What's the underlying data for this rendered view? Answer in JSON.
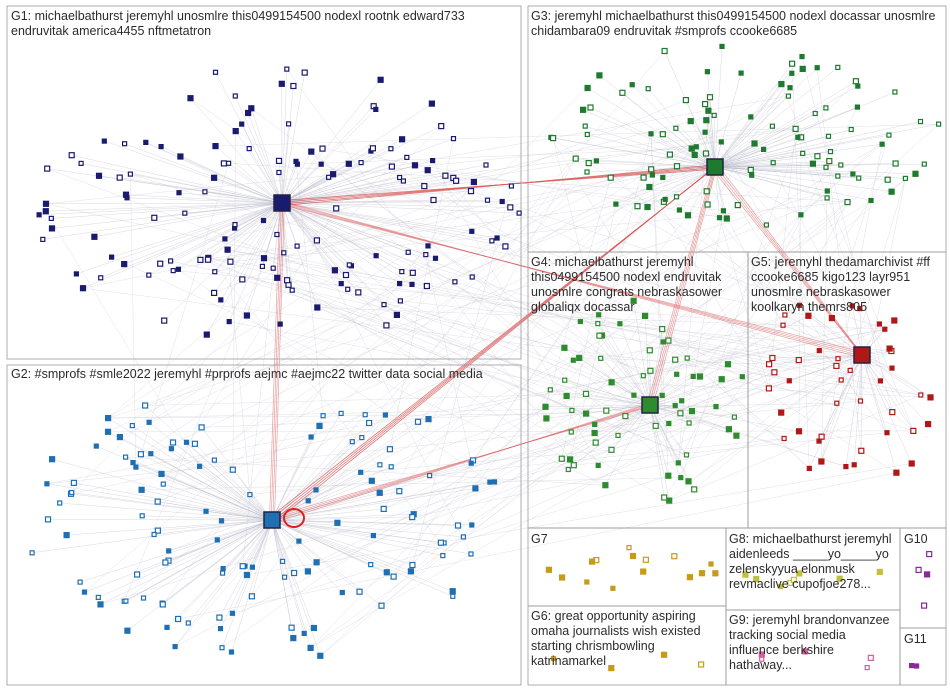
{
  "colors": {
    "background": "#ffffff",
    "box_border": "#9a9a9a",
    "edge": "#b8b8c8",
    "highlight_edge": "#d95555"
  },
  "groups": [
    {
      "id": "G1",
      "label": "G1: michaelbathurst jeremyhl unosmlre this0499154500 nodexl rootnk edward733 endruvitak america4455 nftmetatron",
      "node_color": "#1a1a6e"
    },
    {
      "id": "G2",
      "label": "G2: #smprofs #smle2022 jeremyhl #prprofs aejmc #aejmc22 twitter data social media",
      "node_color": "#1f6fb4"
    },
    {
      "id": "G3",
      "label": "G3: jeremyhl michaelbathurst this0499154500 nodexl docassar unosmlre chidambara09 endruvitak #smprofs ccooke6685",
      "node_color": "#1e7a2e"
    },
    {
      "id": "G4",
      "label": "G4: michaelbathurst jeremyhl this0499154500 nodexl endruvitak unosmlre congrats nebraskasower globaliqx docassar",
      "node_color": "#2e8b2e"
    },
    {
      "id": "G5",
      "label": "G5: jeremyhl thedamarchivist #ff ccooke6685 kigo123 layr951 unosmlre nebraskasower koolkaryn themrs805",
      "node_color": "#b01818"
    },
    {
      "id": "G6",
      "label": "G6: great opportunity aspiring omaha journalists wish existed starting chrismbowling katrinamarkel",
      "node_color": "#c89a1a"
    },
    {
      "id": "G7",
      "label": "G7",
      "node_color": "#c89a1a"
    },
    {
      "id": "G8",
      "label": "G8: michaelbathurst jeremyhl aidenleeds _____yo_____yo zelenskyyua elonmusk revmaclive cupofjoe278...",
      "node_color": "#c0c040"
    },
    {
      "id": "G9",
      "label": "G9: jeremyhl brandonvanzee tracking social media influence berkshire hathaway...",
      "node_color": "#d060a0"
    },
    {
      "id": "G10",
      "label": "G10",
      "node_color": "#8a2a9a"
    },
    {
      "id": "G11",
      "label": "G11",
      "node_color": "#8a2a9a"
    }
  ]
}
